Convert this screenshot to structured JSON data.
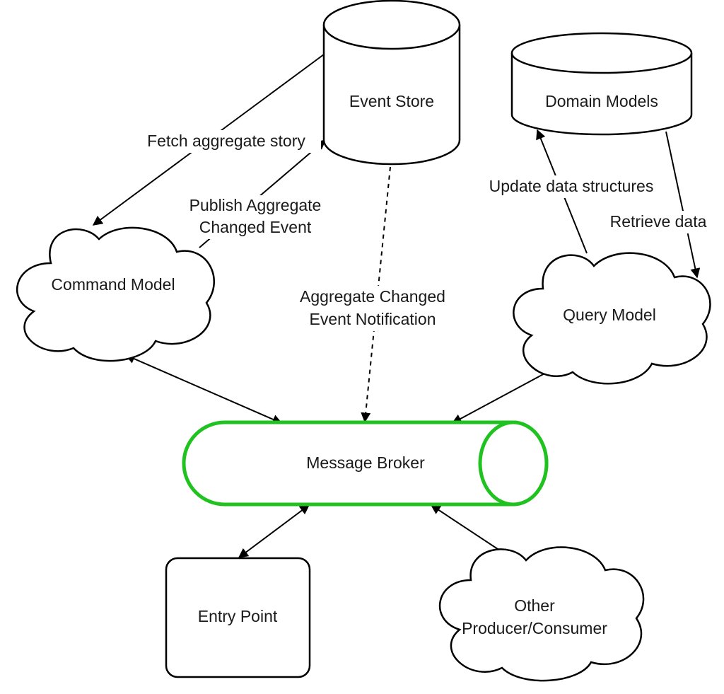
{
  "nodes": {
    "event_store": "Event Store",
    "domain_models": "Domain Models",
    "command_model": "Command Model",
    "query_model": "Query Model",
    "message_broker": "Message Broker",
    "entry_point": "Entry Point",
    "other_producer_line1": "Other",
    "other_producer_line2": "Producer/Consumer"
  },
  "edges": {
    "fetch_aggregate_story": "Fetch aggregate story",
    "publish_line1": "Publish Aggregate",
    "publish_line2": "Changed Event",
    "notification_line1": "Aggregate Changed",
    "notification_line2": "Event Notification",
    "update_data_structures": "Update data structures",
    "retrieve_data": "Retrieve data"
  },
  "colors": {
    "broker_stroke": "#1fc21f",
    "line": "#000000"
  }
}
